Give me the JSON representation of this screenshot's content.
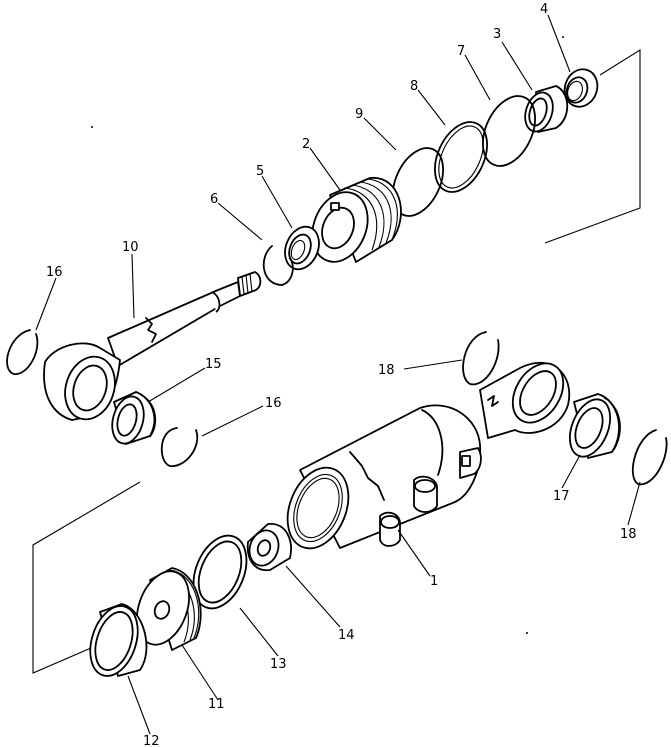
{
  "diagram": {
    "callouts": [
      {
        "id": "c1",
        "label": "1"
      },
      {
        "id": "c2",
        "label": "2"
      },
      {
        "id": "c3",
        "label": "3"
      },
      {
        "id": "c4",
        "label": "4"
      },
      {
        "id": "c5",
        "label": "5"
      },
      {
        "id": "c6",
        "label": "6"
      },
      {
        "id": "c7",
        "label": "7"
      },
      {
        "id": "c8",
        "label": "8"
      },
      {
        "id": "c9",
        "label": "9"
      },
      {
        "id": "c10",
        "label": "10"
      },
      {
        "id": "c11",
        "label": "11"
      },
      {
        "id": "c12",
        "label": "12"
      },
      {
        "id": "c13",
        "label": "13"
      },
      {
        "id": "c14",
        "label": "14"
      },
      {
        "id": "c15",
        "label": "15"
      },
      {
        "id": "c16a",
        "label": "16"
      },
      {
        "id": "c16b",
        "label": "16"
      },
      {
        "id": "c17",
        "label": "17"
      },
      {
        "id": "c18a",
        "label": "18"
      },
      {
        "id": "c18b",
        "label": "18"
      }
    ]
  }
}
